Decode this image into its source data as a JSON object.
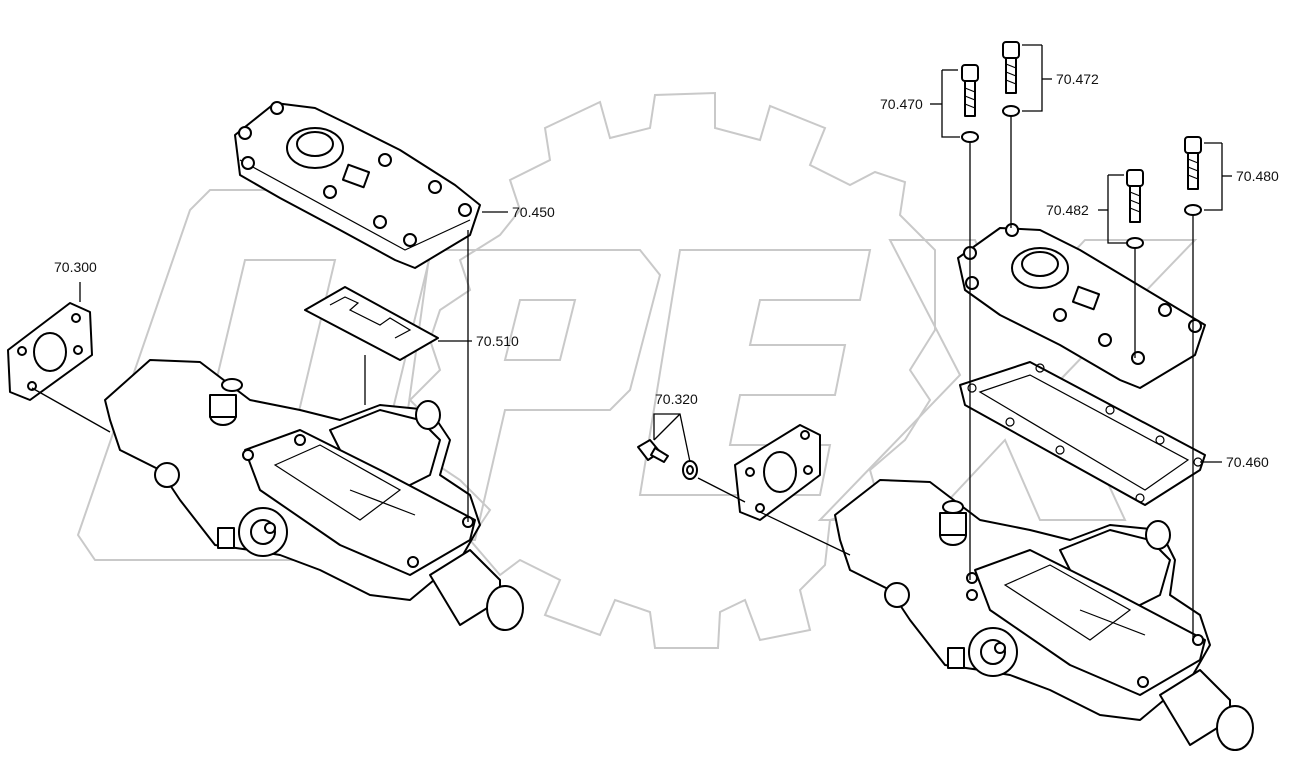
{
  "watermark": {
    "text": "OPEX",
    "color": "#c9c9c9"
  },
  "corner_mark": "",
  "callouts": [
    {
      "id": "c70300",
      "text": "70.300"
    },
    {
      "id": "c70450",
      "text": "70.450"
    },
    {
      "id": "c70510",
      "text": "70.510"
    },
    {
      "id": "c70320",
      "text": "70.320"
    },
    {
      "id": "c70470",
      "text": "70.470"
    },
    {
      "id": "c70472",
      "text": "70.472"
    },
    {
      "id": "c70482",
      "text": "70.482"
    },
    {
      "id": "c70480",
      "text": "70.480"
    },
    {
      "id": "c70460",
      "text": "70.460"
    }
  ],
  "colors": {
    "line": "#000000",
    "background": "#ffffff",
    "watermark": "#c9c9c9"
  }
}
